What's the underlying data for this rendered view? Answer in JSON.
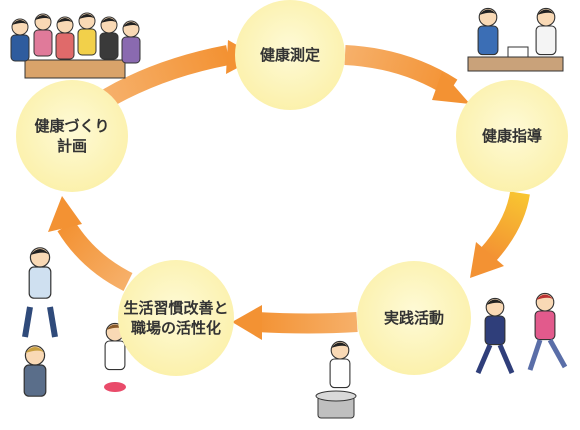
{
  "diagram": {
    "nodes": [
      {
        "id": "health-check",
        "lines": [
          "健康測定"
        ]
      },
      {
        "id": "health-guidance",
        "lines": [
          "健康指導"
        ]
      },
      {
        "id": "practice",
        "lines": [
          "実践活動"
        ]
      },
      {
        "id": "lifestyle-improvement",
        "lines": [
          "生活習慣改善と",
          "職場の活性化"
        ]
      },
      {
        "id": "health-planning",
        "lines": [
          "健康づくり",
          "計画"
        ]
      }
    ],
    "flow": [
      "health-check",
      "health-guidance",
      "practice",
      "lifestyle-improvement",
      "health-planning"
    ],
    "illustrations": [
      {
        "id": "group-meeting",
        "depicts": "people seated around a table"
      },
      {
        "id": "consultation",
        "depicts": "doctor and patient at a desk"
      },
      {
        "id": "exercise",
        "depicts": "two people running"
      },
      {
        "id": "cooking",
        "depicts": "man cooking with a pot"
      },
      {
        "id": "workers",
        "depicts": "workers cheering"
      }
    ],
    "colors": {
      "node_fill": "#FBF0A8",
      "node_center": "#FEFAD6",
      "arrow_start": "#F6B06A",
      "arrow_end": "#F39233",
      "arrow_down": "#F8C531",
      "label": "#333333"
    }
  }
}
